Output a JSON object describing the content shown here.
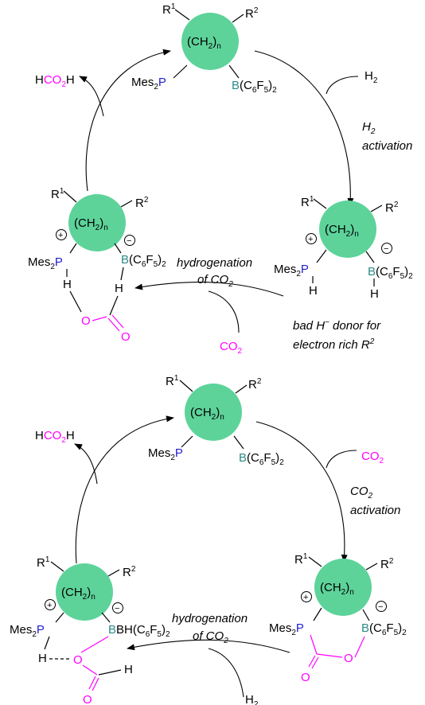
{
  "colors": {
    "circle": "#5dd39a",
    "phosphorus": "#1f1fd0",
    "boron": "#2d8a8a",
    "co2": "#ff00ff",
    "black": "#000000"
  },
  "labels": {
    "R": "R",
    "one": "1",
    "two": "2",
    "ch2": "(CH",
    "ch2_sub": "2",
    "ch2_close": ")",
    "n": "n",
    "mes": "Mes",
    "mes_sub": "2",
    "P": "P",
    "B": "B",
    "bh": "BH",
    "c6f5_open": "(C",
    "c6f5_6": "6",
    "c6f5_F": "F",
    "c6f5_5": "5",
    "c6f5_close": ")",
    "c6f5_2": "2",
    "H": "H",
    "O": "O",
    "plus": "+",
    "minus": "−",
    "hco2h_H": "H",
    "hco2h_CO": "CO",
    "hco2h_2": "2",
    "hco2h_H2": "H",
    "h2_H": "H",
    "h2_2": "2",
    "co2_CO": "CO",
    "co2_2": "2"
  },
  "top_cycle": {
    "step1_line1_a": "H",
    "step1_line1_sub": "2",
    "step1_line2": "activation",
    "step2_line1": "hydrogenation",
    "step2_line2_a": "of CO",
    "step2_line2_sub": "2",
    "note_line1": "bad H",
    "note_line1_sup": "−",
    "note_line1_b": " donor for",
    "note_line2": "electron rich R",
    "note_line2_sup": "2"
  },
  "bottom_cycle": {
    "step1_line1_a": "CO",
    "step1_line1_sub": "2",
    "step1_line2": "activation",
    "step2_line1": "hydrogenation",
    "step2_line2_a": "of CO",
    "step2_line2_sub": "2"
  }
}
